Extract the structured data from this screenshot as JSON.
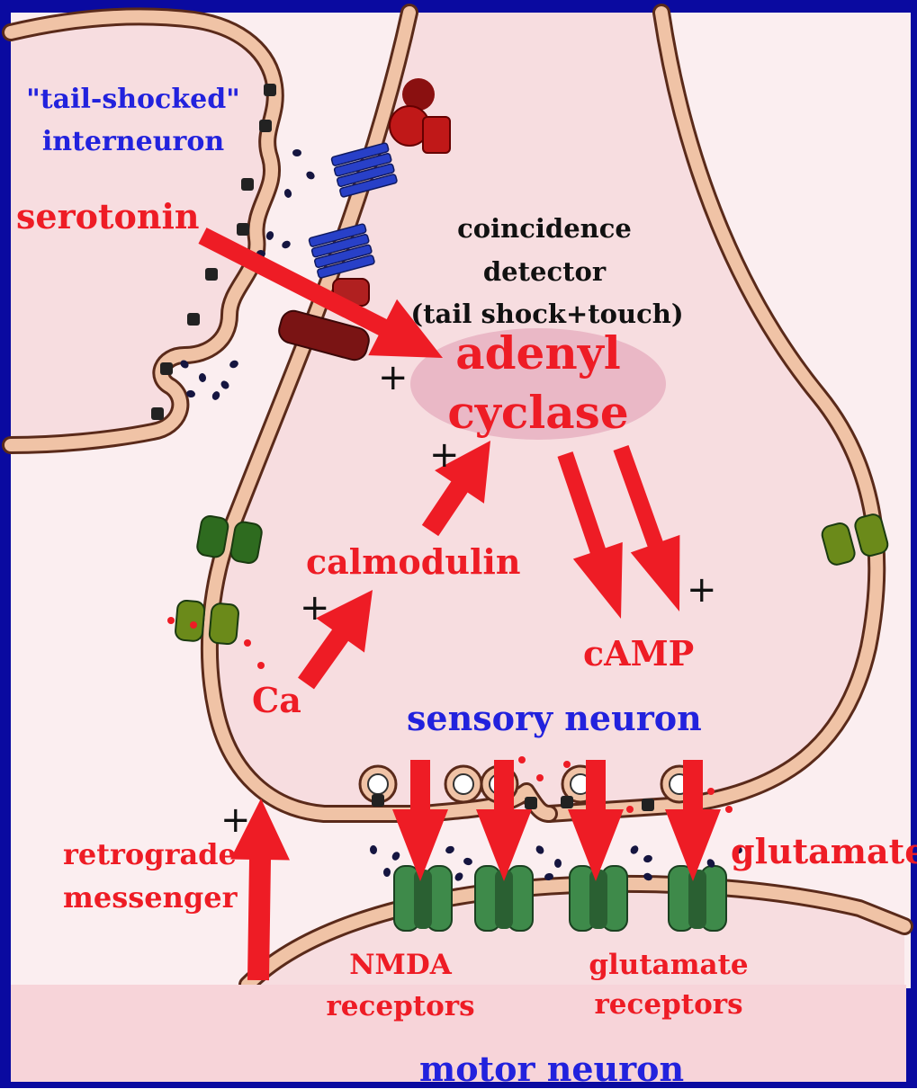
{
  "colors": {
    "frame": "#0a0aa0",
    "cytoplasm": "#f7dde0",
    "membrane_fill": "#f0c3a6",
    "membrane_edge": "#5a2a1a",
    "arrow": "#ee1c25",
    "label_red": "#ee1c25",
    "label_blue": "#2222dd",
    "label_black": "#111111",
    "enzyme": "#eab8c6",
    "channel_green": "#2e6b1f",
    "receptor_green": "#3e8a4a",
    "serotonin_receptor": "#2840c8",
    "dark_red_protein": "#7a1414"
  },
  "labels": {
    "interneuron_line1": "\"tail-shocked\"",
    "interneuron_line2": "interneuron",
    "serotonin": "serotonin",
    "coincidence_line1": "coincidence",
    "coincidence_line2": "detector",
    "coincidence_line3": "(tail shock+touch)",
    "adenyl": "adenyl",
    "cyclase": "cyclase",
    "calmodulin": "calmodulin",
    "camp": "cAMP",
    "ca": "Ca",
    "sensory_neuron": "sensory neuron",
    "retrograde_line1": "retrograde",
    "retrograde_line2": "messenger",
    "glutamate": "glutamate",
    "nmda_line1": "NMDA",
    "nmda_line2": "receptors",
    "glu_receptors_line1": "glutamate",
    "glu_receptors_line2": "receptors",
    "motor_neuron": "motor neuron",
    "plus": "+"
  },
  "icons": [
    "arrow",
    "ion-channel",
    "receptor",
    "vesicle",
    "enzyme-ellipse"
  ]
}
